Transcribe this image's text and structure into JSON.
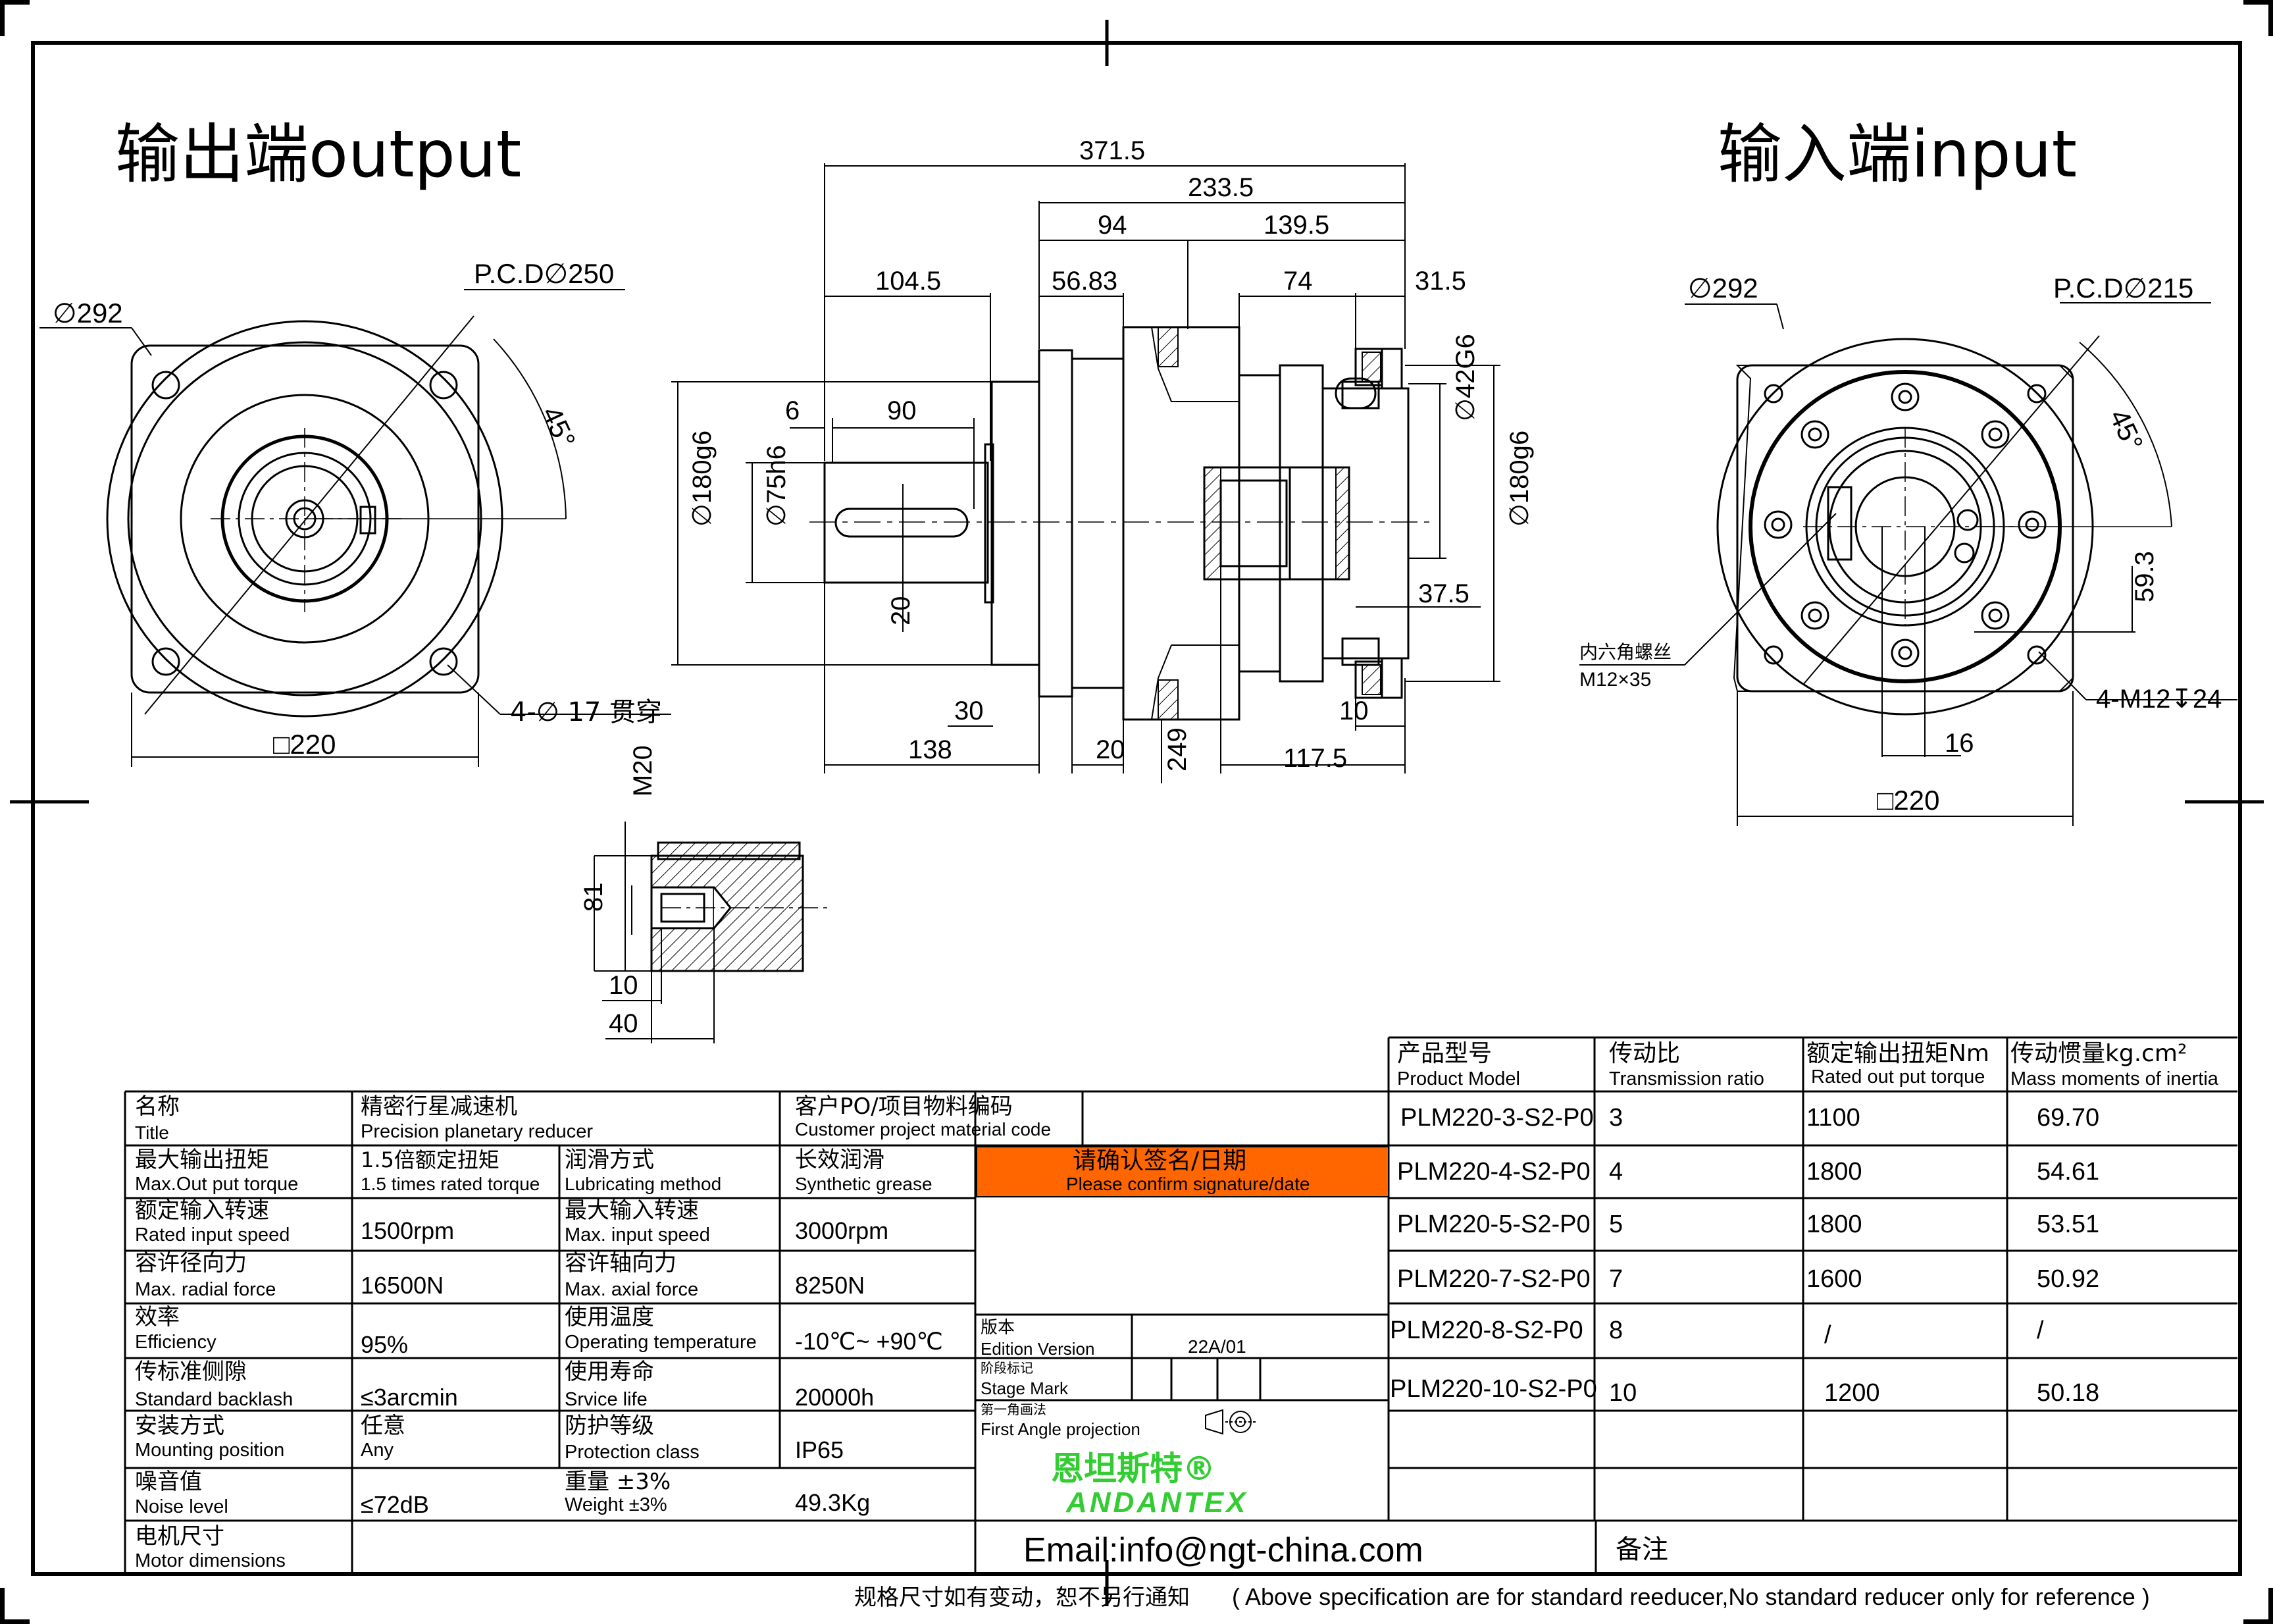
{
  "headings": {
    "output": "输出端output",
    "input": "输入端input"
  },
  "dimensions": {
    "overall_length": "371.5",
    "body_length": "233.5",
    "d94": "94",
    "d139_5": "139.5",
    "d104_5": "104.5",
    "d56_83": "56.83",
    "d74": "74",
    "d31_5": "31.5",
    "d6": "6",
    "d90": "90",
    "d20_key": "20",
    "d30": "30",
    "d138": "138",
    "d20": "20",
    "d249": "249",
    "d117_5": "117.5",
    "d10": "10",
    "d37_5": "37.5",
    "dia180_left": "∅180g6",
    "dia75": "∅75h6",
    "dia42": "∅42G6",
    "dia180_right": "∅180g6",
    "pcd_out": "P.C.D∅250",
    "dia292_out": "∅292",
    "angle_out": "45°",
    "holes_out": "4-∅ 17 贯穿",
    "square_out": "□220",
    "dia292_in": "∅292",
    "pcd_in": "P.C.D∅215",
    "angle_in": "45°",
    "screw_label": "内六角螺丝",
    "screw_size": "M12×35",
    "d59_3": "59.3",
    "holes_in": "4-M12↧24",
    "d16": "16",
    "square_in": "□220",
    "m20": "M20",
    "d81": "81",
    "d10_tap": "10",
    "d40": "40"
  },
  "spec": {
    "title_cn": "名称",
    "title_en": "Title",
    "title_val_cn": "精密行星减速机",
    "title_val_en": "Precision planetary reducer",
    "customer_cn": "客户PO/项目物料编码",
    "customer_en": "Customer project material code",
    "maxtorque_cn": "最大输出扭矩",
    "maxtorque_en": "Max.Out put torque",
    "maxtorque_val_cn": "1.5倍额定扭矩",
    "maxtorque_val_en": "1.5 times rated torque",
    "lube_cn": "润滑方式",
    "lube_en": "Lubricating method",
    "lube_val_cn": "长效润滑",
    "lube_val_en": "Synthetic grease",
    "confirm_cn": "请确认签名/日期",
    "confirm_en": "Please confirm signature/date",
    "ratedspeed_cn": "额定输入转速",
    "ratedspeed_en": "Rated input speed",
    "ratedspeed_val": "1500rpm",
    "maxspeed_cn": "最大输入转速",
    "maxspeed_en": "Max. input speed",
    "maxspeed_val": "3000rpm",
    "radial_cn": "容许径向力",
    "radial_en": "Max. radial force",
    "radial_val": "16500N",
    "axial_cn": "容许轴向力",
    "axial_en": "Max. axial force",
    "axial_val": "8250N",
    "eff_cn": "效率",
    "eff_en": "Efficiency",
    "eff_val": "95%",
    "temp_cn": "使用温度",
    "temp_en": "Operating temperature",
    "temp_val": "-10℃~ +90℃",
    "backlash_cn": "传标准侧隙",
    "backlash_en": "Standard backlash",
    "backlash_val": "≤3arcmin",
    "life_cn": "使用寿命",
    "life_en": "Srvice life",
    "life_val": "20000h",
    "mount_cn": "安装方式",
    "mount_en": "Mounting position",
    "mount_val_cn": "任意",
    "mount_val_en": "Any",
    "prot_cn": "防护等级",
    "prot_en": "Protection class",
    "prot_val": "IP65",
    "noise_cn": "噪音值",
    "noise_en": "Noise level",
    "noise_val": "≤72dB",
    "weight_cn": "重量 ±3%",
    "weight_en": "Weight ±3%",
    "weight_val": "49.3Kg",
    "motor_cn": "电机尺寸",
    "motor_en": "Motor dimensions",
    "version_cn": "版本",
    "version_en": "Edition Version",
    "version_val": "22A/01",
    "stage_cn": "阶段标记",
    "stage_en": "Stage Mark",
    "proj_cn": "第一角画法",
    "proj_en": "First Angle projection",
    "brand_cn": "恩坦斯特®",
    "brand_en": "ANDANTEX",
    "email": "Email:info@ngt-china.com",
    "remark": "备注"
  },
  "models": {
    "headers": [
      {
        "cn": "产品型号",
        "en": "Product Model"
      },
      {
        "cn": "传动比",
        "en": "Transmission ratio"
      },
      {
        "cn": "额定输出扭矩Nm",
        "en": "Rated out put torque"
      },
      {
        "cn": "传动惯量kg.cm²",
        "en": "Mass moments of inertia"
      }
    ],
    "rows": [
      [
        "PLM220-3-S2-P0",
        "3",
        "1100",
        "69.70"
      ],
      [
        "PLM220-4-S2-P0",
        "4",
        "1800",
        "54.61"
      ],
      [
        "PLM220-5-S2-P0",
        "5",
        "1800",
        "53.51"
      ],
      [
        "PLM220-7-S2-P0",
        "7",
        "1600",
        "50.92"
      ],
      [
        "PLM220-8-S2-P0",
        "8",
        "/",
        "/"
      ],
      [
        "PLM220-10-S2-P0",
        "10",
        "1200",
        "50.18"
      ]
    ]
  },
  "footer": {
    "note_cn": "规格尺寸如有变动，恕不另行通知",
    "note_en": "( Above specification are for standard reeducer,No standard reducer only for reference )"
  },
  "colors": {
    "confirm_bg": "#FF6600",
    "brand_green": "#33CC33"
  }
}
